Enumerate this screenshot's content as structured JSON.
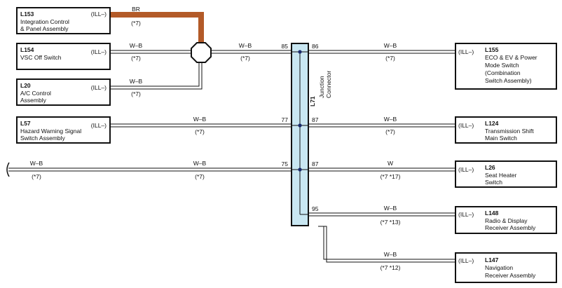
{
  "components_left": [
    {
      "code": "L153",
      "name1": "Integration Control",
      "name2": "& Panel Assembly",
      "name3": "",
      "terminal": "(ILL–)"
    },
    {
      "code": "L154",
      "name1": "VSC Off Switch",
      "name2": "",
      "name3": "",
      "terminal": "(ILL–)"
    },
    {
      "code": "L20",
      "name1": "A/C Control",
      "name2": "Assembly",
      "name3": "",
      "terminal": "(ILL–)"
    },
    {
      "code": "L57",
      "name1": "Hazard Warning Signal",
      "name2": "Switch Assembly",
      "name3": "",
      "terminal": "(ILL–)"
    }
  ],
  "components_right": [
    {
      "code": "L155",
      "name1": "ECO & EV & Power",
      "name2": "Mode Switch",
      "name3": "(Combination",
      "name4": " Switch Assembly)",
      "terminal": "(ILL–)"
    },
    {
      "code": "L124",
      "name1": "Transmission Shift",
      "name2": "Main Switch",
      "name3": "",
      "name4": "",
      "terminal": "(ILL–)"
    },
    {
      "code": "L26",
      "name1": "Seat Heater",
      "name2": "Switch",
      "name3": "",
      "name4": "",
      "terminal": "(ILL–)"
    },
    {
      "code": "L148",
      "name1": "Radio & Display",
      "name2": "Receiver Assembly",
      "name3": "",
      "name4": "",
      "terminal": "(ILL–)"
    },
    {
      "code": "L147",
      "name1": "Navigation",
      "name2": "Receiver Assembly",
      "name3": "",
      "name4": "",
      "terminal": "(ILL–)"
    }
  ],
  "junction": {
    "code": "L71",
    "name1": "Junction",
    "name2": "Connector"
  },
  "pins": {
    "p85": "85",
    "p86": "86",
    "p77": "77",
    "p87a": "87",
    "p75": "75",
    "p87b": "87",
    "p95": "95"
  },
  "wires": {
    "br": "BR",
    "br_note": "(*7)",
    "l154": "W–B",
    "l154_note": "(*7)",
    "l20": "W–B",
    "l20_note": "(*7)",
    "splice_out": "W–B",
    "splice_out_note": "(*7)",
    "l57": "W–B",
    "l57_note": "(*7)",
    "ext1": "W–B",
    "ext1_note": "(*7)",
    "ext2": "W–B",
    "ext2_note": "(*7)",
    "r155": "W–B",
    "r155_note": "(*7)",
    "r124": "W–B",
    "r124_note": "(*7)",
    "r26": "W",
    "r26_note": "(*7 *17)",
    "r148": "W–B",
    "r148_note": "(*7 *13)",
    "r147": "W–B",
    "r147_note": "(*7 *12)"
  },
  "colors": {
    "brown_wire": "#b35a28",
    "junction_fill": "#c9e7f2"
  }
}
